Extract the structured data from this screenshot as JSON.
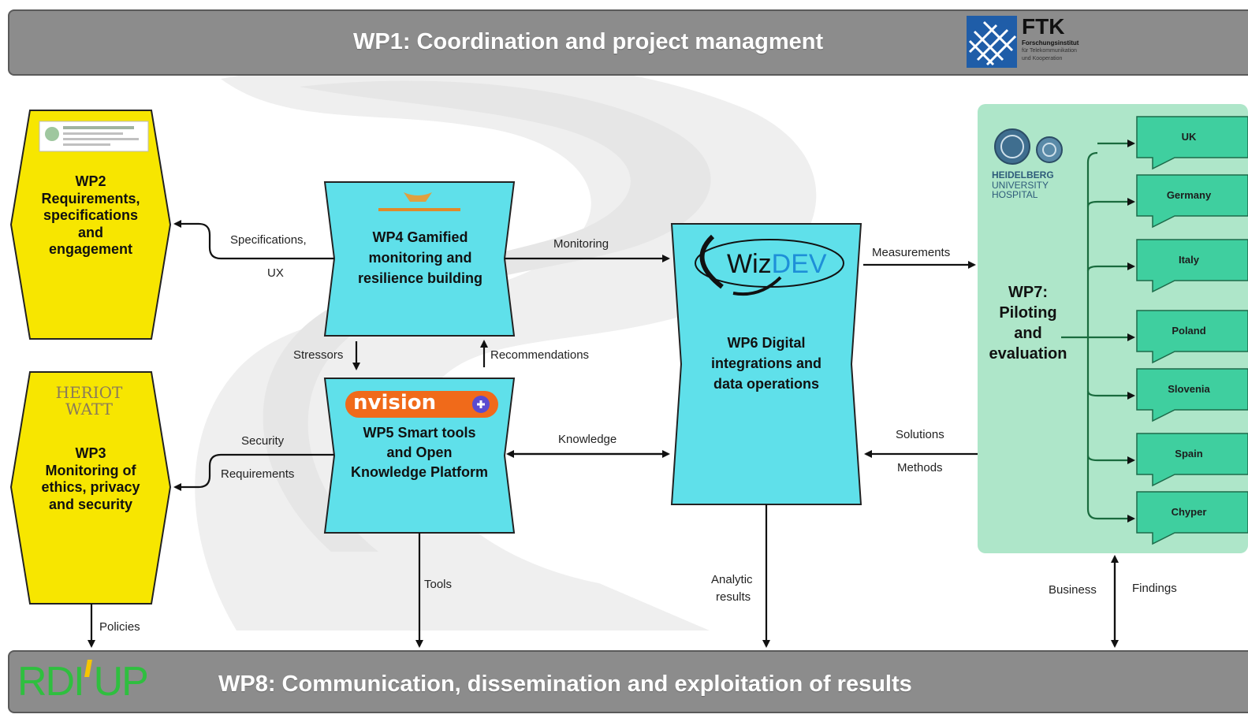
{
  "wp1": {
    "title": "WP1: Coordination and project managment",
    "logo": {
      "name": "FTK",
      "line1": "Forschungsinstitut",
      "line2": "für Telekommunikation",
      "line3": "und Kooperation"
    }
  },
  "wp2": {
    "lines": [
      "WP2",
      "Requirements,",
      "specifications",
      "and",
      "engagement"
    ]
  },
  "wp3": {
    "lines": [
      "WP3",
      "Monitoring of",
      "ethics, privacy",
      "and security"
    ],
    "logo": {
      "line1": "HERIOT",
      "line2": "WATT"
    }
  },
  "wp4": {
    "lines": [
      "WP4  Gamified",
      "monitoring and",
      "resilience building"
    ]
  },
  "wp5": {
    "lines": [
      "WP5 Smart tools",
      "and Open",
      "Knowledge Platform"
    ],
    "logo": "nvision"
  },
  "wp6": {
    "lines": [
      "WP6  Digital",
      "integrations and",
      "data operations"
    ],
    "logo": {
      "part1": "Wiz",
      "part2": "Dev"
    }
  },
  "wp7": {
    "lines": [
      "WP7:",
      "Piloting",
      "and",
      "evaluation"
    ],
    "logo": {
      "line1": "HEIDELBERG",
      "line2": "UNIVERSITY",
      "line3": "HOSPITAL"
    },
    "countries": [
      "UK",
      "Germany",
      "Italy",
      "Poland",
      "Slovenia",
      "Spain",
      "Chyper"
    ]
  },
  "wp8": {
    "title": "WP8: Communication, dissemination and exploitation of results",
    "logo": {
      "part1": "RDI",
      "part2": "UP"
    }
  },
  "labels": {
    "specifications": "Specifications,",
    "ux": "UX",
    "monitoring": "Monitoring",
    "measurements": "Measurements",
    "stressors": "Stressors",
    "recommendations": "Recommendations",
    "security": "Security",
    "requirements": "Requirements",
    "knowledge": "Knowledge",
    "solutions": "Solutions",
    "methods": "Methods",
    "tools": "Tools",
    "analytic": "Analytic",
    "results": "results",
    "business": "Business",
    "findings": "Findings",
    "policies": "Policies"
  },
  "colors": {
    "yellow": "#f7e600",
    "cyan": "#5fe0ea",
    "green_panel": "#aee6c9",
    "green_flag": "#3fcf9f",
    "bar_gray": "#8c8c8c",
    "rdiup_green": "#2fbf3f"
  }
}
